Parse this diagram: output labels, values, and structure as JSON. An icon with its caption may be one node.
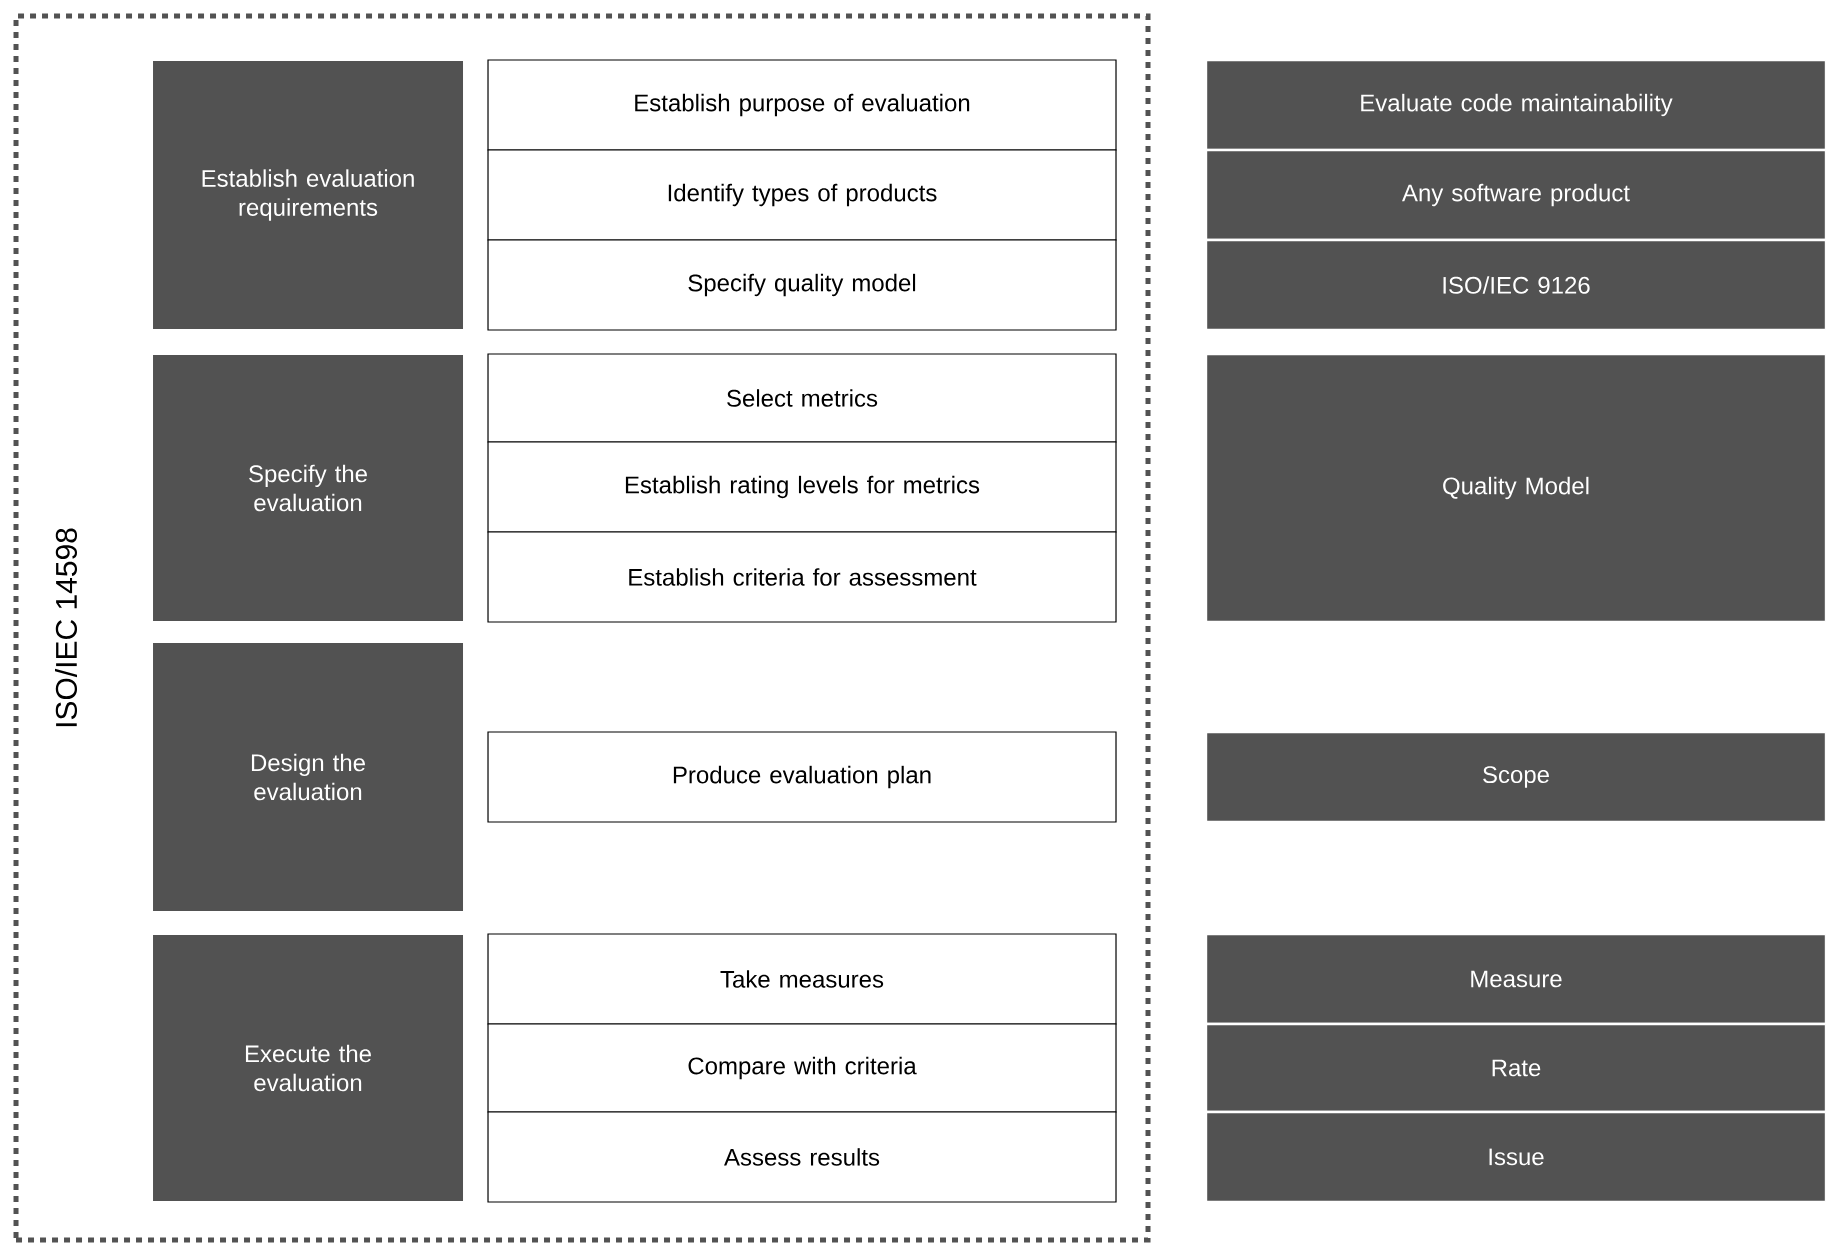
{
  "diagram": {
    "nodes": [
      {
        "text": [
          "ISO/IEC 14598"
        ]
      },
      {
        "text": [
          "Establish evaluation requirements"
        ],
        "in": 0
      },
      {
        "text": [
          "Establish purpose of evaluation"
        ],
        "in": 0
      },
      {
        "text": [
          "Identify types of products"
        ],
        "in": 0
      },
      {
        "text": [
          "Specify quality model"
        ],
        "in": 0
      },
      {
        "text": [
          "Specify the evaluation"
        ],
        "in": 0
      },
      {
        "text": [
          "Select metrics"
        ],
        "in": 0
      },
      {
        "text": [
          "Establish rating levels for metrics"
        ],
        "in": 0
      },
      {
        "text": [
          "Establish criteria for assessment"
        ],
        "in": 0
      },
      {
        "text": [
          "Design the evaluation"
        ],
        "in": 0
      },
      {
        "text": [
          "Produce evaluation plan"
        ],
        "in": 0
      },
      {
        "text": [
          "Execute the evaluation"
        ],
        "in": 0
      },
      {
        "text": [
          "Take measures"
        ],
        "in": 0
      },
      {
        "text": [
          "Compare with criteria"
        ],
        "in": 0
      },
      {
        "text": [
          "Assess results"
        ],
        "in": 0
      },
      {
        "text": [
          "Evaluate code maintainability"
        ]
      },
      {
        "text": [
          "Any software product"
        ]
      },
      {
        "text": [
          "ISO/IEC 9126"
        ]
      },
      {
        "text": [
          "Quality Model"
        ]
      },
      {
        "text": [
          "Scope"
        ]
      },
      {
        "text": [
          "Measure"
        ]
      },
      {
        "text": [
          "Rate"
        ]
      },
      {
        "text": [
          "Issue"
        ]
      }
    ]
  }
}
